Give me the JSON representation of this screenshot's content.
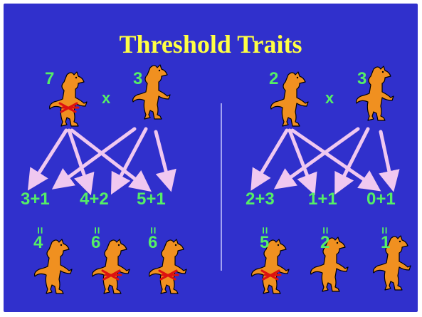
{
  "title": "Threshold Traits",
  "left": {
    "parent1_value": "7",
    "parent2_value": "3",
    "cross_symbol": "x",
    "sums": [
      "3+1",
      "4+2",
      "5+1"
    ],
    "equals": [
      "=",
      "=",
      "="
    ],
    "results": [
      "4",
      "6",
      "6"
    ]
  },
  "right": {
    "parent1_value": "2",
    "parent2_value": "3",
    "cross_symbol": "x",
    "sums": [
      "2+3",
      "1+1",
      "0+1"
    ],
    "equals": [
      "=",
      "=",
      "="
    ],
    "results": [
      "5",
      "2",
      "1"
    ]
  },
  "colors": {
    "background": "#3030cc",
    "title": "#ffff44",
    "labels": "#55ee66",
    "arrows": "#f0c8f0",
    "animal": "#f09020",
    "affected_mark": "#dd1111",
    "divider": "#c8c8ff"
  },
  "icons": {
    "animal": "standing-dog-icon",
    "affected_animal": "affected-dog-icon"
  }
}
